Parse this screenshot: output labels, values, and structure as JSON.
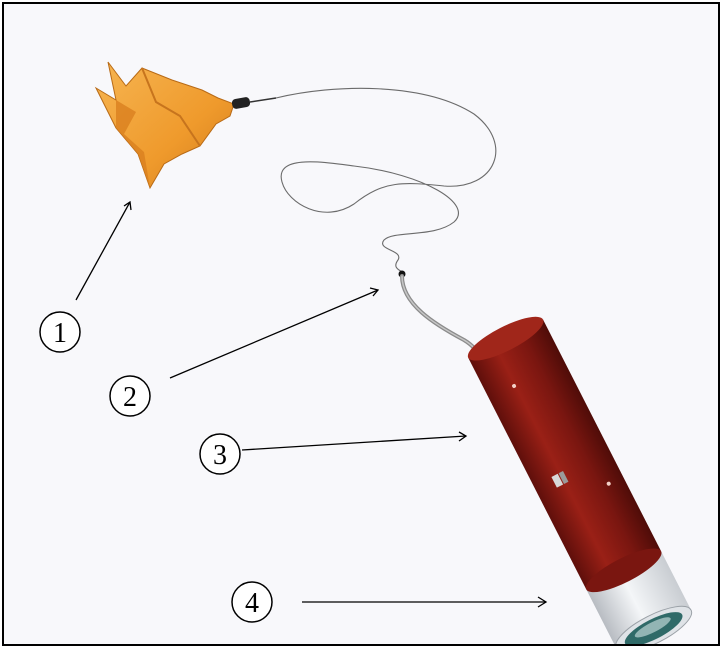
{
  "callouts": [
    {
      "id": 1,
      "label": "1"
    },
    {
      "id": 2,
      "label": "2"
    },
    {
      "id": 3,
      "label": "3"
    },
    {
      "id": 4,
      "label": "4"
    }
  ],
  "colors": {
    "background": "#f8f8fb",
    "parachute": "#f0a23a",
    "parachute_shadow": "#c7741d",
    "tube": "#8a1a14",
    "tube_shadow": "#5f0f0b",
    "cap": "#e9ecef",
    "lens": "#2f6a68",
    "cable": "#8c8c8c",
    "line": "#000000"
  }
}
